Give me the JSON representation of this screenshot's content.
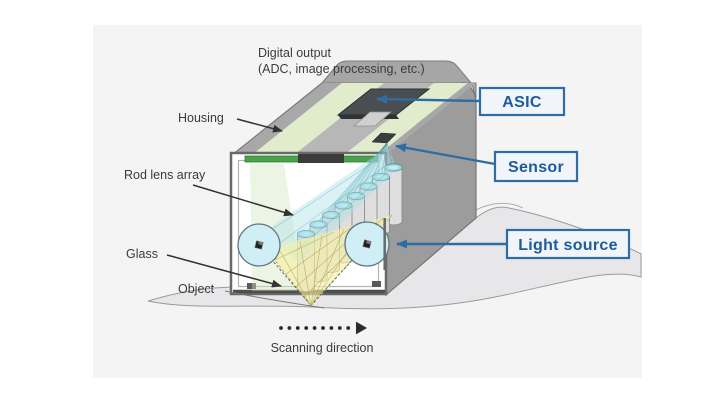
{
  "figure": {
    "digital_output": {
      "line1": "Digital output",
      "line2": "(ADC, image processing, etc.)"
    },
    "labels": {
      "housing": "Housing",
      "rod_lens_array": "Rod lens array",
      "glass": "Glass",
      "object": "Object",
      "scanning_direction": "Scanning direction"
    },
    "callouts": {
      "asic": "ASIC",
      "sensor": "Sensor",
      "light_source": "Light source"
    },
    "colors": {
      "accent_blue": "#2e6da4",
      "callout_text": "#1c5b9c",
      "callout_bg": "#f1f5f9",
      "panel_bg": "#f4f4f5",
      "pcb_green": "#e0eccb",
      "sensor_bar_green": "#49a14b",
      "asic_gray": "#4b4e50",
      "housing_gray": "#9c9c9c",
      "lens_top_cyan": "#a9dde3",
      "light_source_cyan": "#cfeef5",
      "beam_yellow": "#f7f1a4",
      "object_gray": "#e7e7e9",
      "label_text": "#3a3a3a"
    }
  }
}
